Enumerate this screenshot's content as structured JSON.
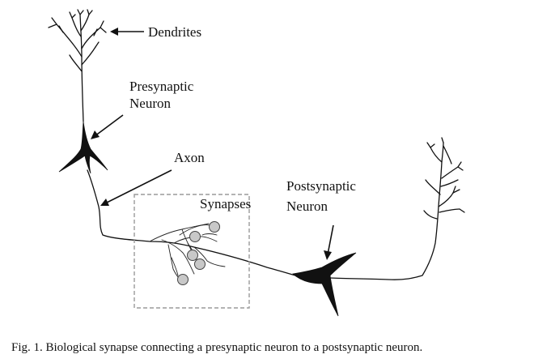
{
  "labels": {
    "dendrites": "Dendrites",
    "presynaptic_line1": "Presynaptic",
    "presynaptic_line2": "Neuron",
    "axon": "Axon",
    "synapses": "Synapses",
    "postsynaptic_line1": "Postsynaptic",
    "postsynaptic_line2": "Neuron"
  },
  "caption": "Fig. 1. Biological synapse connecting a presynaptic neuron to a postsynaptic neuron.",
  "colors": {
    "ink": "#111111",
    "dashed_box": "#9a9a9a",
    "synapse_bulb": "#c8c8c8"
  }
}
